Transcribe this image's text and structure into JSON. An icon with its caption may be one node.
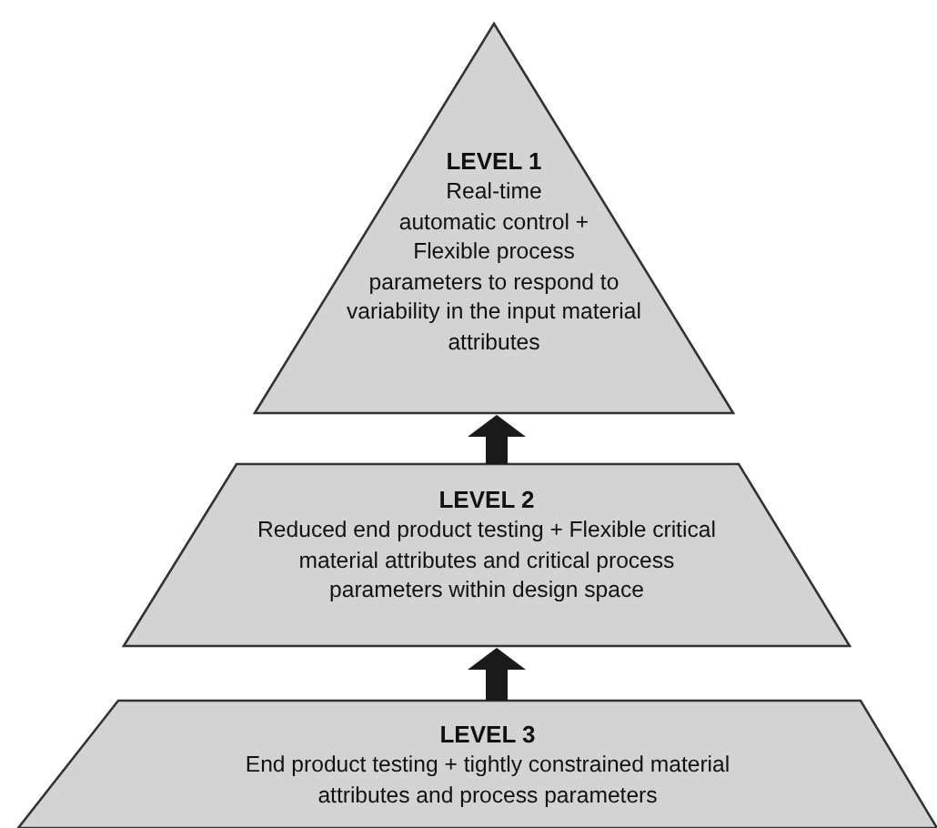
{
  "diagram": {
    "nodes": [
      {
        "text": [
          "LEVEL 1",
          "Real-time automatic control + Flexible process parameters to respond to variability in the input material attributes"
        ]
      },
      {
        "text": [
          "LEVEL 2",
          "Reduced end product testing + Flexible critical material attributes and critical process parameters within design space"
        ]
      },
      {
        "text": [
          "LEVEL 3",
          "End product testing + tightly constrained material attributes and process parameters"
        ]
      }
    ],
    "edges": [
      {
        "from": 1,
        "to": 0,
        "arrow": "to"
      },
      {
        "from": 2,
        "to": 1,
        "arrow": "to"
      }
    ]
  }
}
